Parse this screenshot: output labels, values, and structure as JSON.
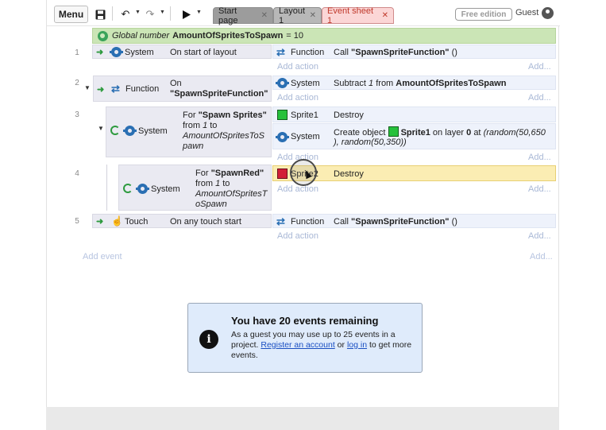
{
  "toolbar": {
    "menu_label": "Menu",
    "tabs": [
      {
        "label": "Start page"
      },
      {
        "label": "Layout 1"
      },
      {
        "label": "Event sheet 1"
      }
    ],
    "free_edition": "Free edition",
    "guest": "Guest"
  },
  "global_var": {
    "prefix": "Global number",
    "name": "AmountOfSpritesToSpawn",
    "value": "= 10"
  },
  "events": [
    {
      "number": "1",
      "cond_object": "System",
      "cond_text": "On start of layout",
      "actions": [
        {
          "object": "Function",
          "pre": "Call",
          "bold": "\"SpawnSpriteFunction\"",
          "post": "()"
        }
      ]
    },
    {
      "number": "2",
      "cond_object": "Function",
      "cond_line1": "On",
      "cond_line2": "\"SpawnSpriteFunction\"",
      "actions": [
        {
          "object": "System",
          "pre": "Subtract",
          "ital": "1",
          "mid": "from",
          "bold": "AmountOfSpritesToSpawn"
        }
      ]
    },
    {
      "number": "3",
      "cond_object": "System",
      "cond_line1_pre": "For",
      "cond_line1_bold": "\"Spawn Sprites\"",
      "cond_line2_pre": "from",
      "cond_line2_ital": "1",
      "cond_line2_post": "to",
      "cond_line3": "AmountOfSpritesToS",
      "cond_line4": "pawn",
      "actions": [
        {
          "object": "Sprite1",
          "text": "Destroy"
        },
        {
          "object": "System",
          "line1_pre": "Create object",
          "line1_obj": "Sprite1",
          "line1_mid": "on layer",
          "line1_bold": "0",
          "line1_post": "at",
          "line1_ital": "(random(50,650",
          "line2": "), random(50,350))"
        }
      ]
    },
    {
      "number": "4",
      "cond_object": "System",
      "cond_line1_pre": "For",
      "cond_line1_bold": "\"SpawnRed\"",
      "cond_line2_pre": "from",
      "cond_line2_ital": "1",
      "cond_line2_post": "to",
      "cond_line3": "AmountOfSpritesT",
      "cond_line4": "oSpawn",
      "actions": [
        {
          "object": "Sprite2",
          "text": "Destroy"
        }
      ]
    },
    {
      "number": "5",
      "cond_object": "Touch",
      "cond_text": "On any touch start",
      "actions": [
        {
          "object": "Function",
          "pre": "Call",
          "bold": "\"SpawnSpriteFunction\"",
          "post": "()"
        }
      ]
    }
  ],
  "add_action": "Add action",
  "add_more": "Add...",
  "add_event": "Add event",
  "notice": {
    "title": "You have 20 events remaining",
    "body_pre": "As a guest you may use up to 25 events in a project.",
    "link1": "Register an account",
    "mid": "or",
    "link2": "log in",
    "body_post": "to get more events."
  },
  "colors": {
    "global_bg": "#cbe5b6",
    "condition_bg": "#eaeaf2",
    "action_bg": "#eef2fb",
    "highlight": "#fbedb3",
    "notice_bg": "#dfebfb",
    "active_tab": "#fbd6d6"
  }
}
